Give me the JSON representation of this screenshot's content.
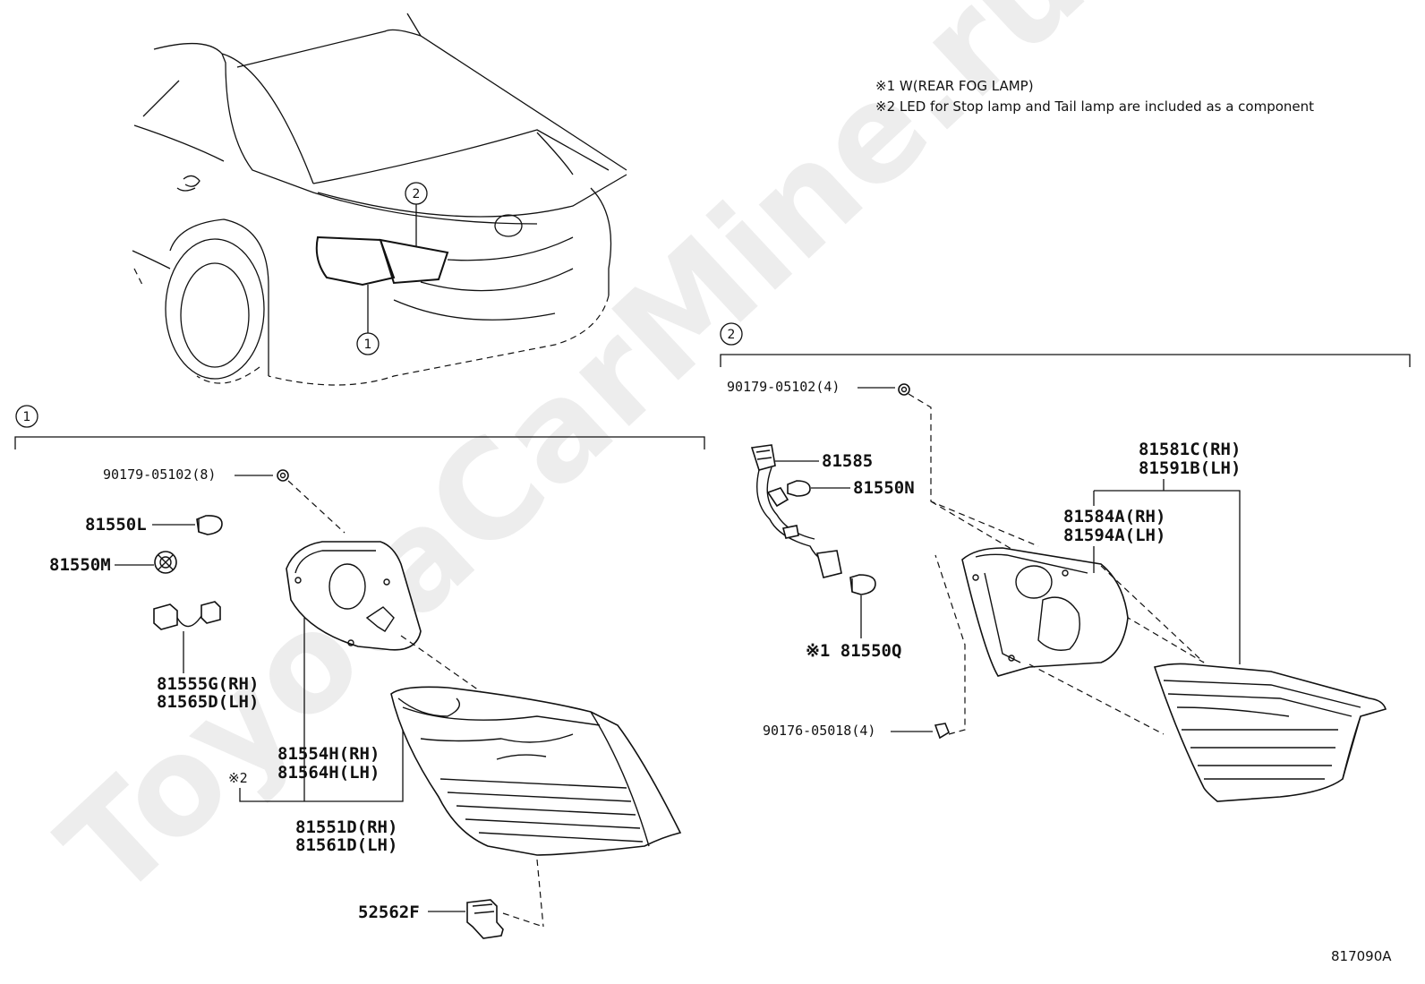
{
  "watermark": "ToyotaCarMine.ru",
  "notes": {
    "note1": "※1 W(REAR FOG LAMP)",
    "note2": "※2 LED for Stop lamp and Tail lamp are included as a component"
  },
  "diagram_code": "817090A",
  "callouts": {
    "c1": "1",
    "c2": "2"
  },
  "group1": {
    "p_90179_8": "90179-05102(8)",
    "p_81550L": "81550L",
    "p_81550M": "81550M",
    "p_81555G": "81555G(RH)",
    "p_81565D": "81565D(LH)",
    "p_81554H": "81554H(RH)",
    "p_81564H": "81564H(LH)",
    "note_mark": "※2",
    "p_81551D": "81551D(RH)",
    "p_81561D": "81561D(LH)",
    "p_52562F": "52562F"
  },
  "group2": {
    "p_90179_4": "90179-05102(4)",
    "p_81585": "81585",
    "p_81550N": "81550N",
    "p_81550Q": "※1 81550Q",
    "p_90176": "90176-05018(4)",
    "p_81581C": "81581C(RH)",
    "p_81591B": "81591B(LH)",
    "p_81584A": "81584A(RH)",
    "p_81594A": "81594A(LH)"
  }
}
